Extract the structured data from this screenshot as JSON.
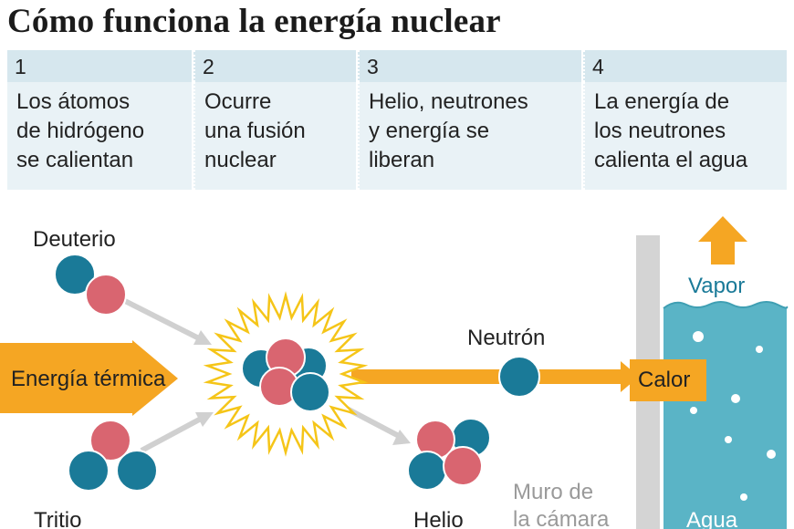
{
  "title": "Cómo funciona la energía nuclear",
  "steps": [
    {
      "number": "1",
      "lines": [
        "Los átomos",
        "de hidrógeno",
        "se calientan"
      ]
    },
    {
      "number": "2",
      "lines": [
        "Ocurre",
        "una fusión",
        "nuclear"
      ]
    },
    {
      "number": "3",
      "lines": [
        "Helio, neutrones",
        "y energía se",
        "liberan"
      ]
    },
    {
      "number": "4",
      "lines": [
        "La energía de",
        "los neutrones",
        "calienta el agua"
      ]
    }
  ],
  "diagram": {
    "deuterio": "Deuterio",
    "tritio": "Tritio",
    "energia_termica": "Energía térmica",
    "neutron": "Neutrón",
    "helio": "Helio",
    "calor": "Calor",
    "vapor": "Vapor",
    "agua": "Agua",
    "muro_line1": "Muro de",
    "muro_line2": "la cámara"
  },
  "colors": {
    "proton": "#d96570",
    "neutron": "#1a7a98",
    "energy_arrow": "#f5a623",
    "water": "#5ab4c6",
    "wall": "#d4d4d4",
    "header_number_bg": "#d6e7ee",
    "header_text_bg": "#e9f2f6"
  }
}
